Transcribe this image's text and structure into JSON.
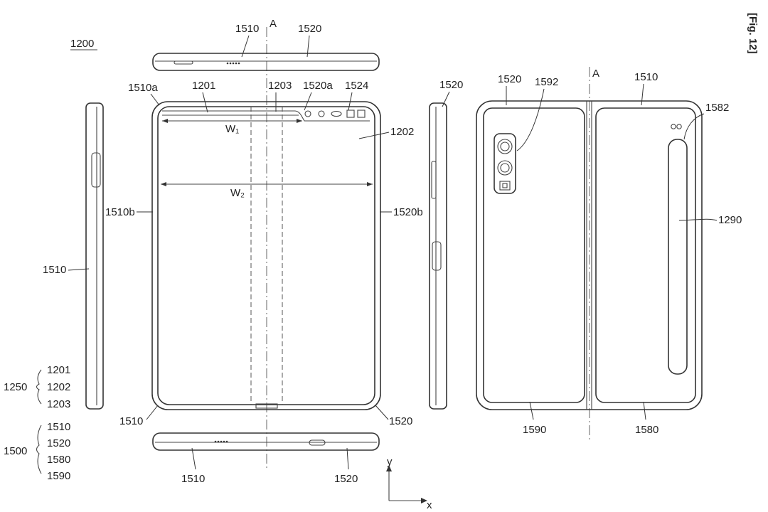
{
  "figure": {
    "fig_label": "[Fig. 12]",
    "device_ref": "1200",
    "axis_a_top": "A",
    "axis_a_back": "A",
    "dim_w1": "W₁",
    "dim_w2": "W₂",
    "axis_x": "x",
    "axis_y": "y"
  },
  "labels": {
    "top_1510": "1510",
    "top_1520": "1520",
    "front_1510a": "1510a",
    "front_1201": "1201",
    "front_1203": "1203",
    "front_1520a": "1520a",
    "front_1524": "1524",
    "front_1202": "1202",
    "front_1510b": "1510b",
    "front_1520b": "1520b",
    "front_bl_1510": "1510",
    "front_br_1520": "1520",
    "left_1510": "1510",
    "right_1520": "1520",
    "bottom_1510": "1510",
    "bottom_1520": "1520",
    "back_1520": "1520",
    "back_1592": "1592",
    "back_1510": "1510",
    "back_1582": "1582",
    "back_1290": "1290",
    "back_1590": "1590",
    "back_1580": "1580"
  },
  "groups": {
    "g1250_label": "1250",
    "g1250_items": [
      "1201",
      "1202",
      "1203"
    ],
    "g1500_label": "1500",
    "g1500_items": [
      "1510",
      "1520",
      "1580",
      "1590"
    ]
  }
}
